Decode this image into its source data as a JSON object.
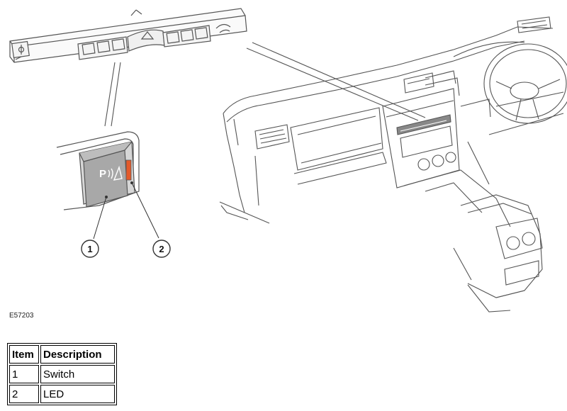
{
  "figure": {
    "code": "E57203",
    "switch_glyph": "P",
    "callouts": [
      {
        "number": "1"
      },
      {
        "number": "2"
      }
    ]
  },
  "legend": {
    "headers": {
      "item": "Item",
      "description": "Description"
    },
    "rows": [
      {
        "item": "1",
        "description": "Switch"
      },
      {
        "item": "2",
        "description": "LED"
      }
    ]
  },
  "colors": {
    "line": "#555555",
    "switch_fill": "#a8a8a8",
    "led": "#e35a2b"
  }
}
